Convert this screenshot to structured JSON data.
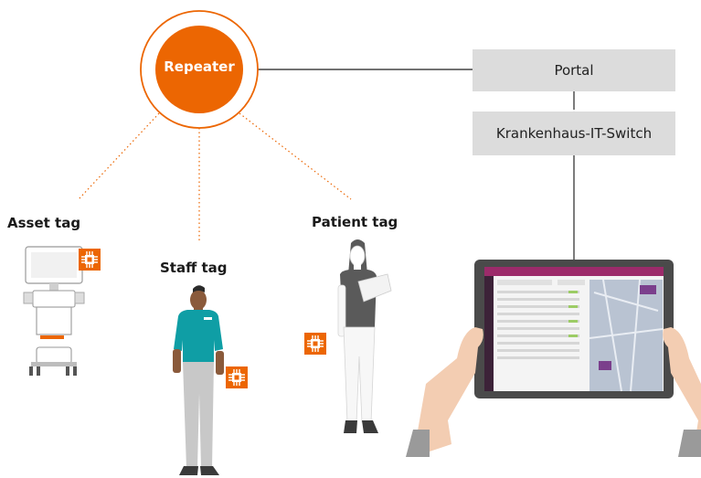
{
  "repeater": {
    "label": "Repeater"
  },
  "boxes": {
    "portal": "Portal",
    "switch": "Krankenhaus-IT-Switch"
  },
  "tags": {
    "asset": "Asset tag",
    "staff": "Staff tag",
    "patient": "Patient tag"
  },
  "colors": {
    "accent": "#ec6602",
    "box": "#dcdcdc",
    "line": "#444444",
    "teal": "#0f9ea5",
    "skin": "#8a5a3b",
    "grey_pants": "#c8c8c8"
  },
  "icons": [
    "chip-icon",
    "ultrasound-cart-icon",
    "staff-person-icon",
    "patient-person-icon",
    "tablet-icon",
    "hands-icon"
  ]
}
